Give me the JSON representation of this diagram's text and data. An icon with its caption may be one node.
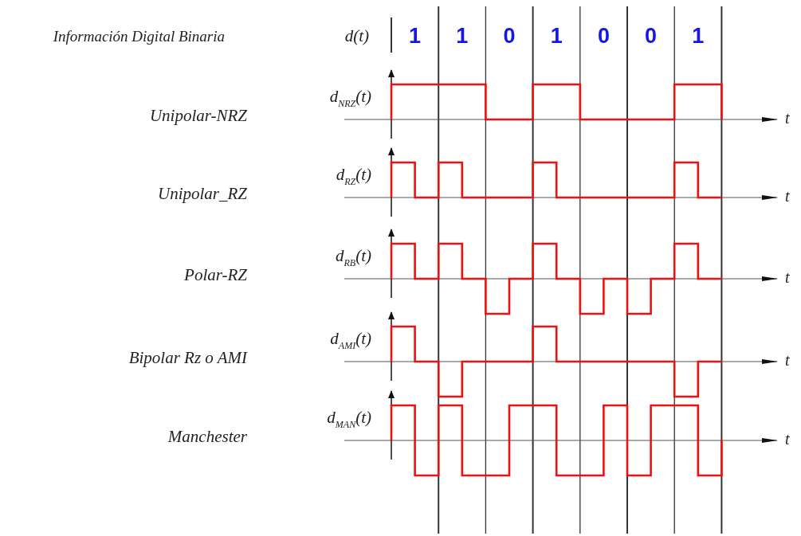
{
  "diagram": {
    "labels": [
      "Información Digital Binaria",
      "d(t)",
      "1",
      "1",
      "0",
      "1",
      "0",
      "0",
      "1",
      "d$_{NRZ}$(t)",
      "Unipolar-NRZ",
      "t",
      "d$_{RZ}$(t)",
      "Unipolar_RZ",
      "t",
      "d$_{RB}$(t)",
      "Polar-RZ",
      "t",
      "d$_{AMI}$(t)",
      "Bipolar Rz o AMI",
      "t",
      "d$_{MAN}$(t)",
      "Manchester",
      "t"
    ]
  }
}
